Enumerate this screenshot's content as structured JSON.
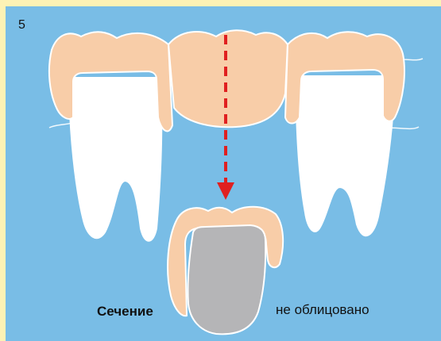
{
  "figure": {
    "number": "5",
    "section_label": "Сечение",
    "status_label": "не облицовано"
  },
  "colors": {
    "background": "#79bde6",
    "border": "#fdf2b5",
    "crown": "#f8cda8",
    "tooth": "#ffffff",
    "core": "#b5b5b7",
    "arrow": "#e02020",
    "outline": "#ffffff"
  }
}
